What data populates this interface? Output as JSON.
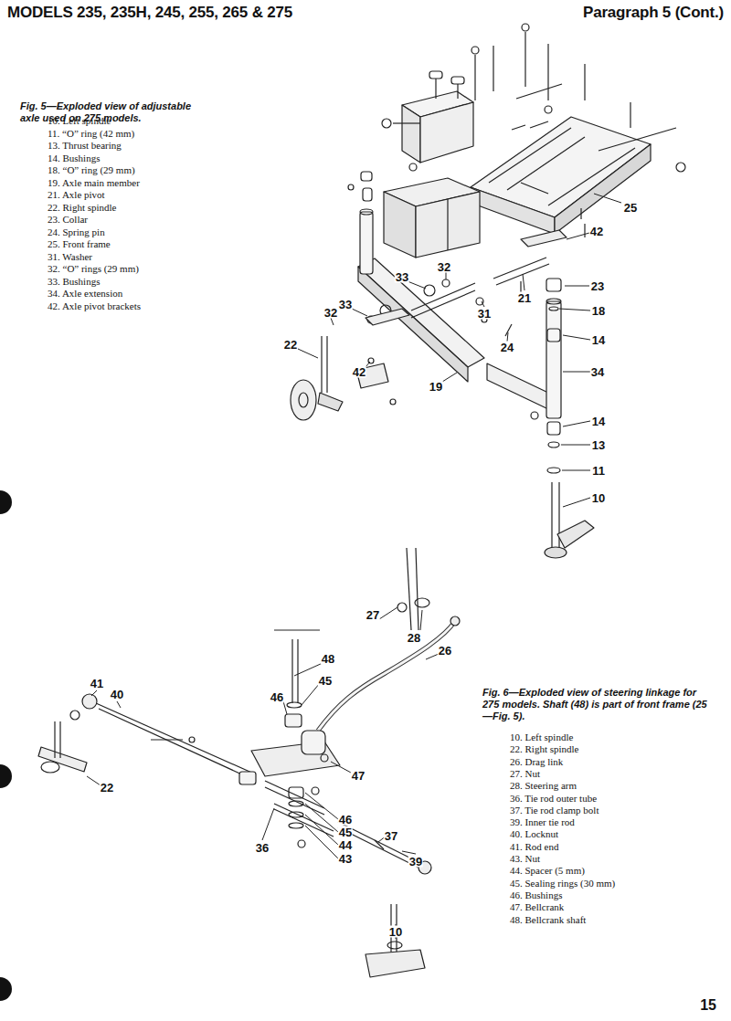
{
  "diagram": {
    "title": "MODELS 235, 235H, 245, 255, 265 & 275",
    "labels": [
      "Paragraph 5 (Cont.)",
      "Fig. 5—Exploded view of adjustable axle used on 275 models.",
      "10. Left spindle",
      "11. “O” ring (42 mm)",
      "13. Thrust bearing",
      "14. Bushings",
      "18. “O” ring (29 mm)",
      "19. Axle main member",
      "21. Axle pivot",
      "22. Right spindle",
      "23. Collar",
      "24. Spring pin",
      "25. Front frame",
      "31. Washer",
      "32. “O” rings (29 mm)",
      "33. Bushings",
      "34. Axle extension",
      "42. Axle pivot brackets",
      "25",
      "42",
      "33",
      "32",
      "23",
      "21",
      "18",
      "31",
      "33",
      "32",
      "14",
      "24",
      "22",
      "42",
      "34",
      "19",
      "14",
      "13",
      "11",
      "10",
      "Fig. 6—Exploded view of steering linkage for 275 models. Shaft (48) is part of front frame (25—Fig. 5).",
      "10. Left spindle",
      "22. Right spindle",
      "26. Drag link",
      "27. Nut",
      "28. Steering arm",
      "36. Tie rod outer tube",
      "37. Tie rod clamp bolt",
      "39. Inner tie rod",
      "40. Locknut",
      "41. Rod end",
      "43. Nut",
      "44. Spacer (5 mm)",
      "45. Sealing rings (30 mm)",
      "46. Bushings",
      "47. Bellcrank",
      "48. Bellcrank shaft",
      "27",
      "28",
      "26",
      "48",
      "45",
      "46",
      "41",
      "40",
      "47",
      "22",
      "46",
      "45",
      "44",
      "43",
      "37",
      "36",
      "39",
      "10",
      "15"
    ]
  }
}
